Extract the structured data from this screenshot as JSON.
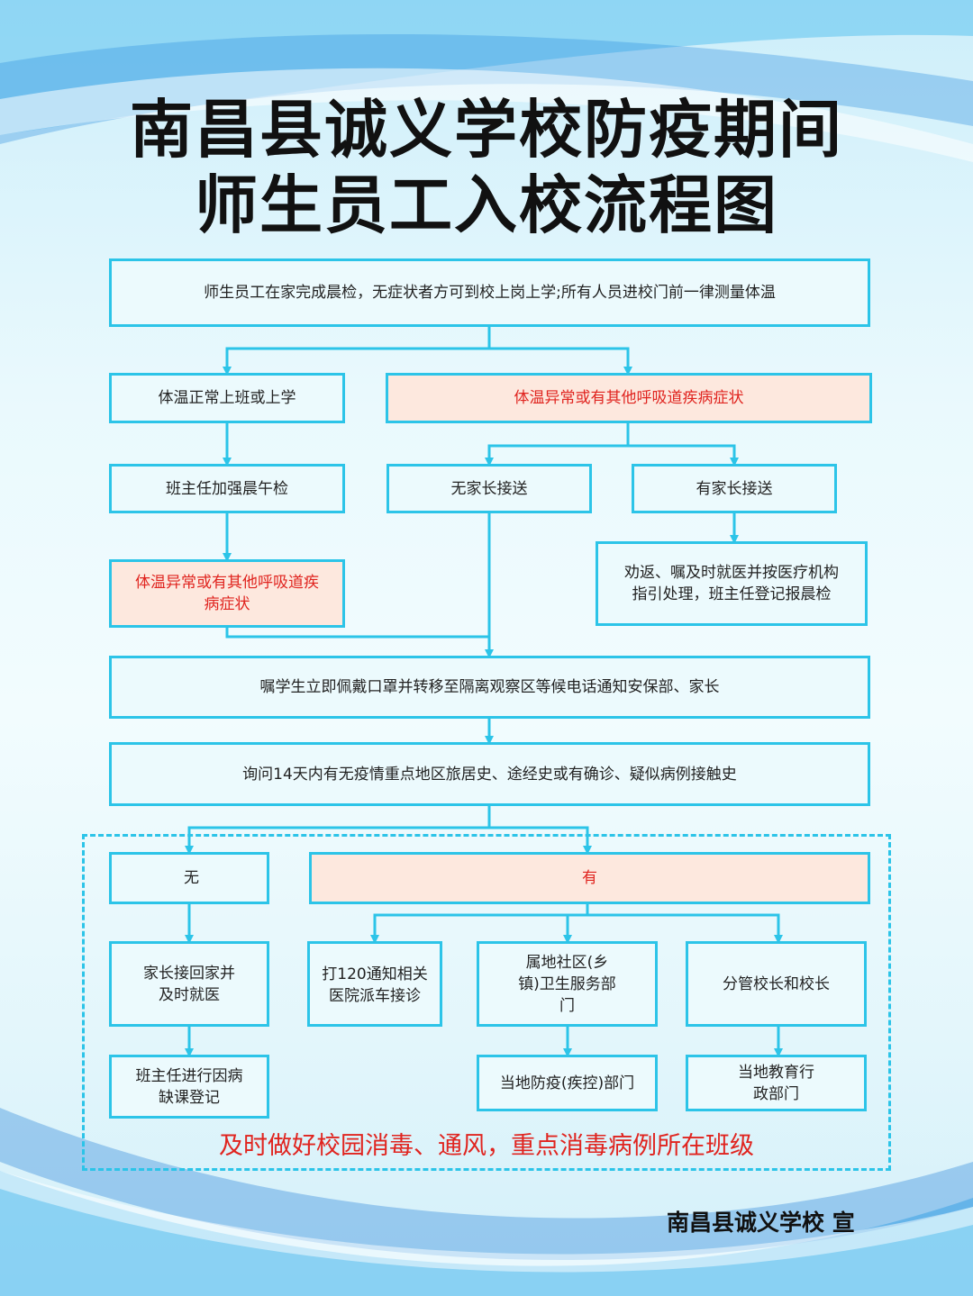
{
  "title": {
    "line1": "南昌县诚义学校防疫期间",
    "line2": "师生员工入校流程图"
  },
  "colors": {
    "box_border": "#2cc4e8",
    "box_fill": "#ecfafd",
    "warn_fill": "#fde8de",
    "warn_text": "#e0241f",
    "arrow": "#2cc4e8"
  },
  "steps": {
    "start": "师生员工在家完成晨检，无症状者方可到校上岗上学;所有人员进校门前一律测量体温",
    "normal_temp": "体温正常上班或上学",
    "abnormal_temp": "体温异常或有其他呼吸道疾病症状",
    "teacher_check": "班主任加强晨午检",
    "no_parent": "无家长接送",
    "has_parent": "有家长接送",
    "abnormal_later": "体温异常或有其他呼吸道疾病症状",
    "persuade_return": "劝返、嘱及时就医并按医疗机构指引处理，班主任登记报晨检",
    "isolate": "嘱学生立即佩戴口罩并转移至隔离观察区等候电话通知安保部、家长",
    "inquiry": "询问14天内有无疫情重点地区旅居史、途经史或有确诊、疑似病例接触史",
    "none": "无",
    "yes": "有",
    "parent_home": "家长接回家并及时就医",
    "call_120": "打120通知相关医院派车接诊",
    "community": "属地社区(乡镇)卫生服务部门",
    "principal": "分管校长和校长",
    "teacher_register": "班主任进行因病缺课登记",
    "local_cdc": "当地防疫(疾控)部门",
    "education_dept": "当地教育行政部门"
  },
  "note": "及时做好校园消毒、通风，重点消毒病例所在班级",
  "footer": "南昌县诚义学校 宣"
}
